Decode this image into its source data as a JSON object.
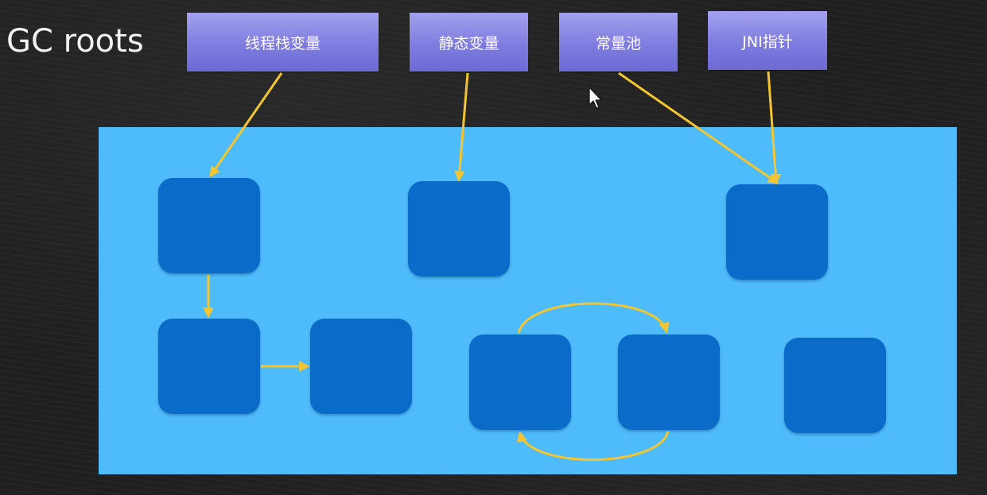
{
  "title": "GC roots",
  "gc_roots": [
    {
      "label": "线程栈变量"
    },
    {
      "label": "静态变量"
    },
    {
      "label": "常量池"
    },
    {
      "label": "JNI指针"
    }
  ],
  "colors": {
    "background": "#1f1f1f",
    "root_box": "#7f7ce0",
    "heap": "#4ebcfb",
    "object": "#0a6bc9",
    "arrow": "#f2c531"
  },
  "references": [
    {
      "from": "线程栈变量",
      "to": "obj-1"
    },
    {
      "from": "静态变量",
      "to": "obj-2"
    },
    {
      "from": "常量池",
      "to": "obj-3"
    },
    {
      "from": "JNI指针",
      "to": "obj-3"
    },
    {
      "from": "obj-1",
      "to": "obj-4"
    },
    {
      "from": "obj-4",
      "to": "obj-5"
    },
    {
      "from": "obj-6",
      "to": "obj-7"
    },
    {
      "from": "obj-7",
      "to": "obj-6"
    }
  ]
}
